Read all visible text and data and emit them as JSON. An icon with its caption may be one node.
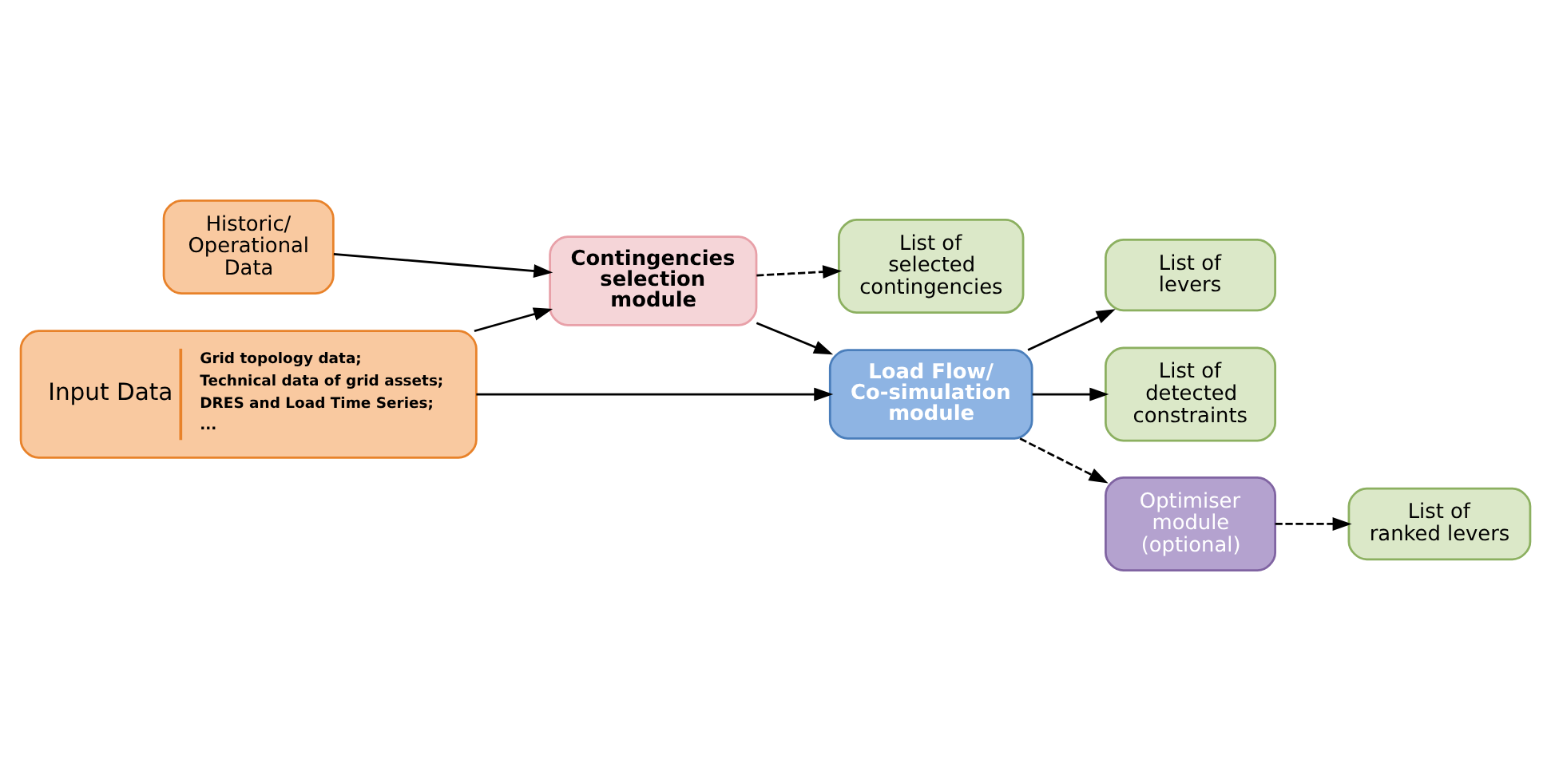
{
  "diagram": {
    "nodes": [
      {
        "text": [
          "Input Data",
          "Grid topology data;",
          "Technical data of grid assets;",
          "DRES and Load Time Series;",
          "..."
        ]
      },
      {
        "text": [
          "Contingencies selection module"
        ]
      },
      {
        "text": [
          "Load Flow/ Co-simulation module"
        ]
      },
      {
        "text": [
          "List of levers"
        ]
      },
      {
        "text": [
          "List of detected constraints"
        ]
      },
      {
        "text": [
          "Historic/ Operational Data"
        ]
      },
      {
        "text": [
          "List of selected contingencies"
        ]
      },
      {
        "text": [
          "Optimiser module (optional)"
        ]
      },
      {
        "text": [
          "List of ranked levers"
        ]
      }
    ],
    "edges": [
      {
        "from": 0,
        "to": 1,
        "arrow": "to"
      },
      {
        "from": 0,
        "to": 2,
        "arrow": "to"
      },
      {
        "from": 1,
        "to": 2,
        "arrow": "to"
      },
      {
        "from": 2,
        "to": 3,
        "arrow": "to"
      },
      {
        "from": 2,
        "to": 4,
        "arrow": "to"
      },
      {
        "from": 5,
        "to": 1,
        "arrow": "to"
      },
      {
        "from": 1,
        "to": 6,
        "arrow": "to",
        "style": "dashed"
      },
      {
        "from": 2,
        "to": 7,
        "arrow": "to",
        "style": "dashed"
      },
      {
        "from": 7,
        "to": 8,
        "arrow": "to",
        "style": "dashed"
      }
    ]
  }
}
